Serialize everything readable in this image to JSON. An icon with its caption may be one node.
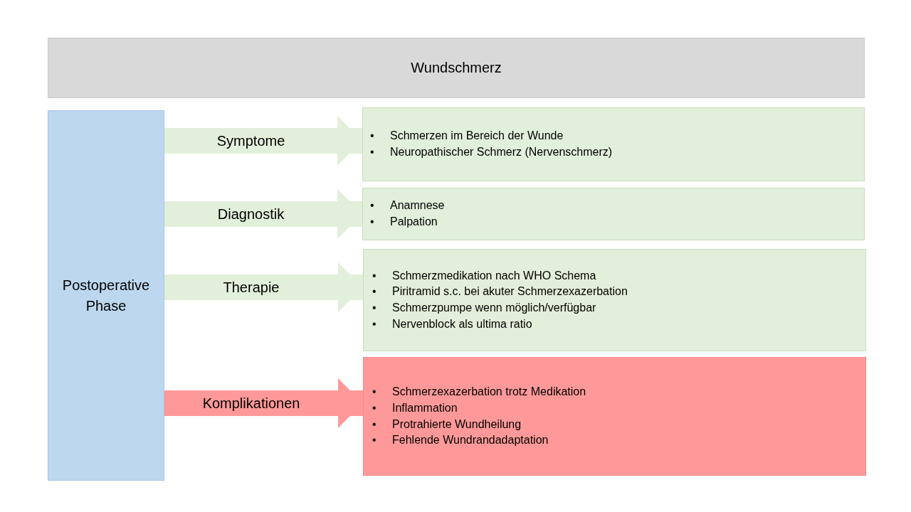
{
  "diagram": {
    "nodes": [
      {
        "text": [
          "Wundschmerz"
        ]
      },
      {
        "text": [
          "Postoperative Phase"
        ]
      },
      {
        "text": [
          "•",
          "Schmerzen im Bereich der Wunde",
          "•",
          "Neuropathischer Schmerz (Nervenschmerz)"
        ]
      },
      {
        "text": [
          "•",
          "Anamnese",
          "•",
          "Palpation"
        ]
      },
      {
        "text": [
          "•",
          "Schmerzmedikation nach WHO Schema",
          "•",
          "Piritramid s.c. bei akuter Schmerzexazerbation",
          "•",
          "Schmerzpumpe wenn möglich/verfügbar",
          "•",
          "Nervenblock als ultima ratio"
        ]
      },
      {
        "text": [
          "•",
          "Schmerzexazerbation trotz Medikation",
          "•",
          "Inflammation",
          "•",
          "Protrahierte Wundheilung",
          "•",
          "Fehlende Wundrandadaptation"
        ]
      }
    ],
    "edges": [
      {
        "from": 1,
        "to": 2,
        "arrow": "to",
        "label": "Symptome"
      },
      {
        "from": 1,
        "to": 3,
        "arrow": "to",
        "label": "Diagnostik"
      },
      {
        "from": 1,
        "to": 4,
        "arrow": "to",
        "label": "Therapie"
      },
      {
        "from": 1,
        "to": 5,
        "arrow": "to",
        "label": "Komplikationen",
        "color": "#ff9999"
      }
    ]
  }
}
